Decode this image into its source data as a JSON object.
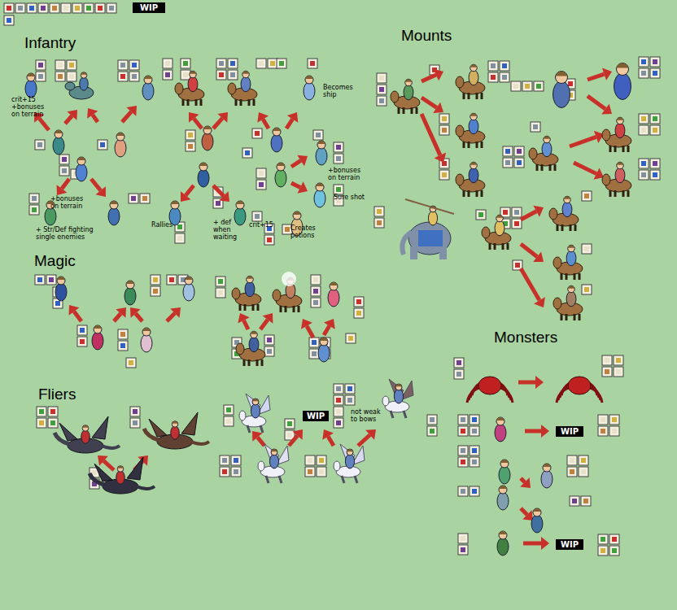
{
  "diagram": {
    "nodes": [
      {
        "text": [
          "WIP"
        ]
      },
      {
        "text": [
          "WIP"
        ]
      },
      {
        "text": [
          "WIP"
        ]
      },
      {
        "text": [
          "WIP"
        ]
      }
    ],
    "labels": [
      "Infantry",
      "Mounts",
      "Magic",
      "Fliers",
      "Monsters",
      "crit+15 +bonuses on terrain",
      "Becomes ship",
      "+bonuses on terrain",
      "Sure shot",
      "+bonuses on terrain",
      "+ Str/Def fighting single enemies",
      "Rallies",
      "+ def when waiting",
      "crit+15",
      "Creates potions",
      "not weak to bows"
    ]
  }
}
